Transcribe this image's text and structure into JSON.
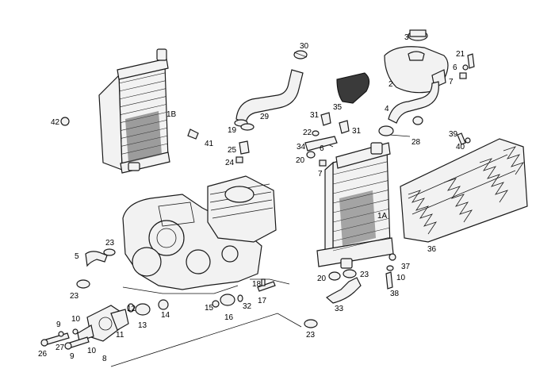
{
  "labels": {
    "p1A": "1A",
    "p1B": "1B",
    "p2": "2",
    "p3": "3",
    "p4": "4",
    "p5": "5",
    "p6a": "6",
    "p6b": "6",
    "p7a": "7",
    "p7b": "7",
    "p8": "8",
    "p9a": "9",
    "p9b": "9",
    "p10a": "10",
    "p10b": "10",
    "p10c": "10",
    "p11": "11",
    "p12": "12",
    "p13": "13",
    "p14": "14",
    "p15": "15",
    "p16": "16",
    "p17": "17",
    "p18": "18",
    "p19": "19",
    "p20a": "20",
    "p20b": "20",
    "p21": "21",
    "p22": "22",
    "p23a": "23",
    "p23b": "23",
    "p23c": "23",
    "p23d": "23",
    "p24": "24",
    "p25": "25",
    "p26": "26",
    "p27": "27",
    "p28": "28",
    "p29": "29",
    "p30": "30",
    "p31a": "31",
    "p31b": "31",
    "p32": "32",
    "p33": "33",
    "p34": "34",
    "p35": "35",
    "p36": "36",
    "p37": "37",
    "p38": "38",
    "p39": "39",
    "p40": "40",
    "p41": "41",
    "p42": "42"
  },
  "colors": {
    "line": "#1a1a1a",
    "fill": "#f2f2f2",
    "dark": "#3a3a3a",
    "background": "#ffffff"
  }
}
